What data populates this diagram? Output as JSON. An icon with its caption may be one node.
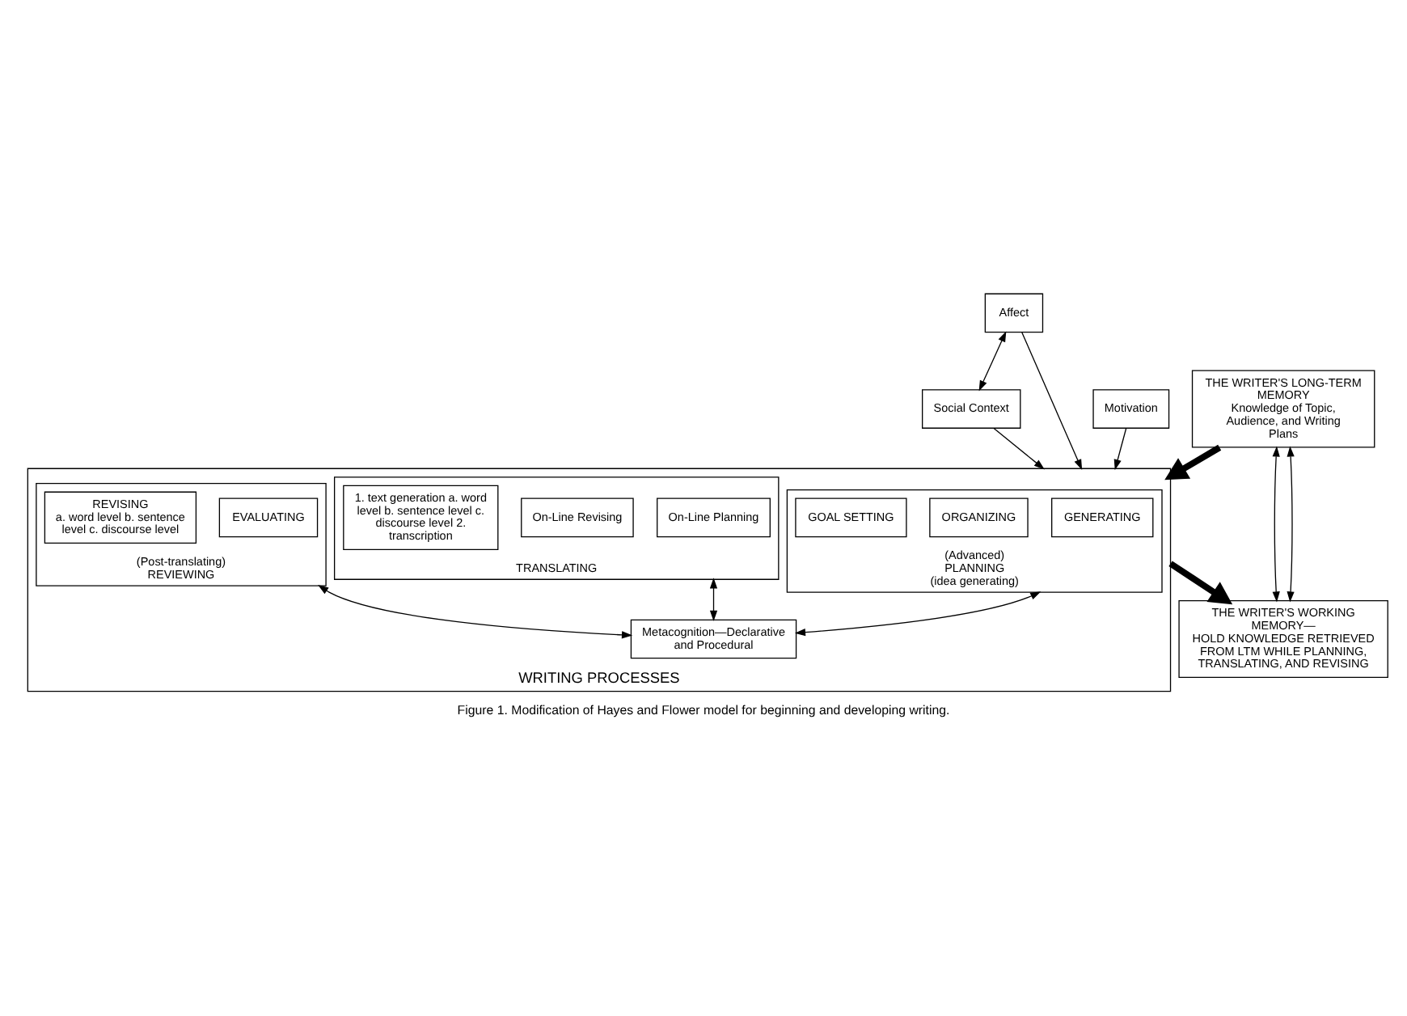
{
  "diagram": {
    "caption": "Figure 1. Modification of Hayes and Flower model for beginning and developing writing.",
    "nodes": [
      {
        "text": [
          "Affect"
        ]
      },
      {
        "text": [
          "Motivation"
        ]
      },
      {
        "text": [
          "Social Context"
        ]
      },
      {
        "text": [
          "THE WRITER'S LONG-TERM MEMORY",
          "Knowledge of Topic, Audience, and Writing Plans"
        ]
      },
      {
        "text": [
          "THE WRITER'S WORKING MEMORY—",
          "HOLD KNOWLEDGE RETRIEVED FROM LTM WHILE PLANNING, TRANSLATING, AND REVISING"
        ]
      },
      {
        "text": [
          "WRITING PROCESSES"
        ]
      },
      {
        "text": [
          "(Advanced)",
          "PLANNING",
          "(idea generating)"
        ],
        "in": 5
      },
      {
        "text": [
          "GENERATING"
        ],
        "in": 6
      },
      {
        "text": [
          "ORGANIZING"
        ],
        "in": 6
      },
      {
        "text": [
          "GOAL SETTING"
        ],
        "in": 6
      },
      {
        "text": [
          "TRANSLATING"
        ],
        "in": 5
      },
      {
        "text": [
          "On-Line Planning"
        ],
        "in": 10
      },
      {
        "text": [
          "On-Line Revising"
        ],
        "in": 10
      },
      {
        "text": [
          "1. text generation a. word level b. sentence level c. discourse level 2. transcription"
        ],
        "in": 10
      },
      {
        "text": [
          "(Post-translating)",
          "REVIEWING"
        ],
        "in": 5
      },
      {
        "text": [
          "EVALUATING"
        ],
        "in": 14
      },
      {
        "text": [
          "REVISING",
          "a. word level b. sentence level c. discourse level"
        ],
        "in": 14
      },
      {
        "text": [
          "Metacognition—Declarative and Procedural"
        ],
        "in": 5
      }
    ],
    "edges": [
      {
        "from": 0,
        "to": 2,
        "arrow": "both"
      },
      {
        "from": 0,
        "to": 5,
        "arrow": "to"
      },
      {
        "from": 1,
        "to": 5,
        "arrow": "to"
      },
      {
        "from": 2,
        "to": 5,
        "arrow": "to"
      },
      {
        "from": 3,
        "to": 5,
        "arrow": "to",
        "style": "thick"
      },
      {
        "from": 5,
        "to": 4,
        "arrow": "to",
        "style": "thick"
      },
      {
        "from": 3,
        "to": 4,
        "arrow": "both"
      },
      {
        "from": 3,
        "to": 4,
        "arrow": "both"
      },
      {
        "from": 6,
        "to": 17,
        "arrow": "both"
      },
      {
        "from": 10,
        "to": 17,
        "arrow": "both"
      },
      {
        "from": 14,
        "to": 17,
        "arrow": "both"
      }
    ]
  }
}
